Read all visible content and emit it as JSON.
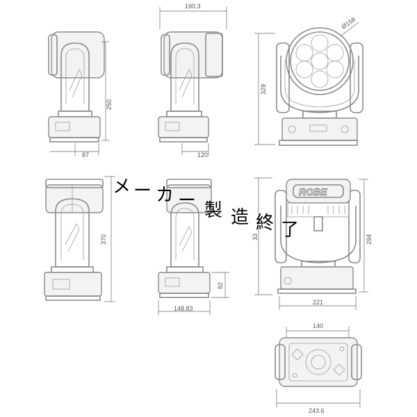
{
  "dimensions": {
    "width_top": "190.3",
    "diameter": "Ø158",
    "height_head": "250",
    "height_full": "329",
    "base_left": "87",
    "base_right": "120",
    "height_370": "370",
    "height_33x": "33",
    "height_294": "294",
    "base_82": "82",
    "width_14883": "148.83",
    "width_221": "221",
    "width_140": "140",
    "width_2436": "243.6"
  },
  "logo_text": "ROBE",
  "overlay_text": {
    "chars": [
      "メ",
      "ー",
      "カ",
      "ー",
      "製",
      "造",
      "終",
      "了"
    ]
  }
}
